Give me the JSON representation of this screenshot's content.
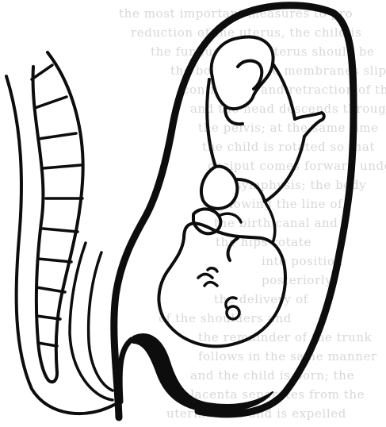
{
  "figure": {
    "background_color": "#ffffff",
    "ink_color": "#0d0d0d",
    "bleed_text_color": "#8f8f8f",
    "parts": [
      "bleed-through-text",
      "spine-outline",
      "vertebrae-segments",
      "back-wall-outline",
      "uterus-outer-wall",
      "uterus-lower-wall",
      "fetus-legs",
      "fetus-arm",
      "fetus-head",
      "fetus-face"
    ]
  }
}
